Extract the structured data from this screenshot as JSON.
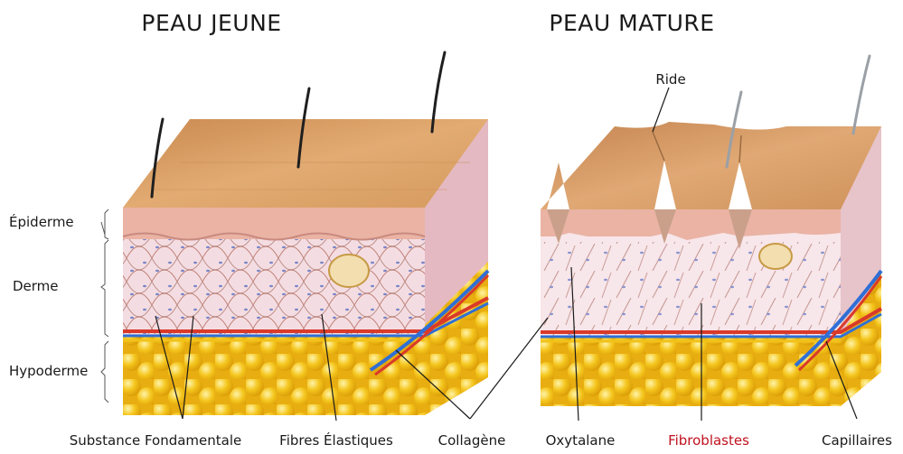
{
  "titles": {
    "young": "PEAU JEUNE",
    "mature": "PEAU MATURE"
  },
  "layers": {
    "epidermis": "Épiderme",
    "dermis": "Derme",
    "hypodermis": "Hypoderme"
  },
  "labels": {
    "wrinkle": "Ride",
    "ground_substance": "Substance Fondamentale",
    "elastic_fibers": "Fibres Élastiques",
    "collagen": "Collagène",
    "oxytalan": "Oxytalane",
    "fibroblasts": "Fibroblastes",
    "capillaries": "Capillaires"
  },
  "colors": {
    "skin_top": "#d9a066",
    "epidermis": "#e8b7a6",
    "dermis": "#f4dde2",
    "fat": "#f2c21a",
    "vein": "#2f6fd6",
    "artery": "#d93a2a",
    "fibroblast_label": "#c1121f"
  }
}
